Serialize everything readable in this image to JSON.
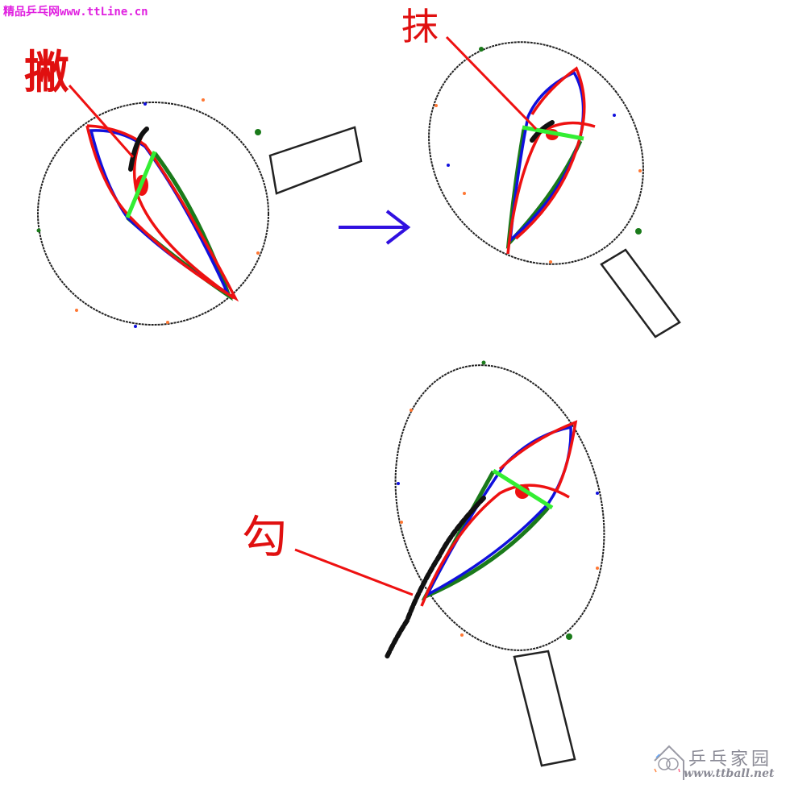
{
  "watermark": {
    "site_name": "精品乒乓网",
    "site_url": "www.ttLine.cn"
  },
  "strokes": [
    {
      "id": "pie",
      "label": "撇",
      "description": "paddle 1, pre-contact sweep"
    },
    {
      "id": "mo",
      "label": "抹",
      "description": "paddle 2, wipe stroke"
    },
    {
      "id": "gou",
      "label": "勾",
      "description": "paddle 3, hook stroke"
    }
  ],
  "arrow": {
    "direction": "right",
    "color": "#3010e0"
  },
  "colors": {
    "label_red": "#e01010",
    "curve_red": "#ee1111",
    "curve_blue": "#1010dd",
    "curve_dark_green": "#1a7a1a",
    "bar_green": "#33ee33",
    "outline_black": "#222222",
    "arrow_blue": "#3010e0",
    "watermark_magenta": "#e020e0"
  },
  "logo": {
    "name": "乒乓家园",
    "url": "www.ttball.net"
  }
}
